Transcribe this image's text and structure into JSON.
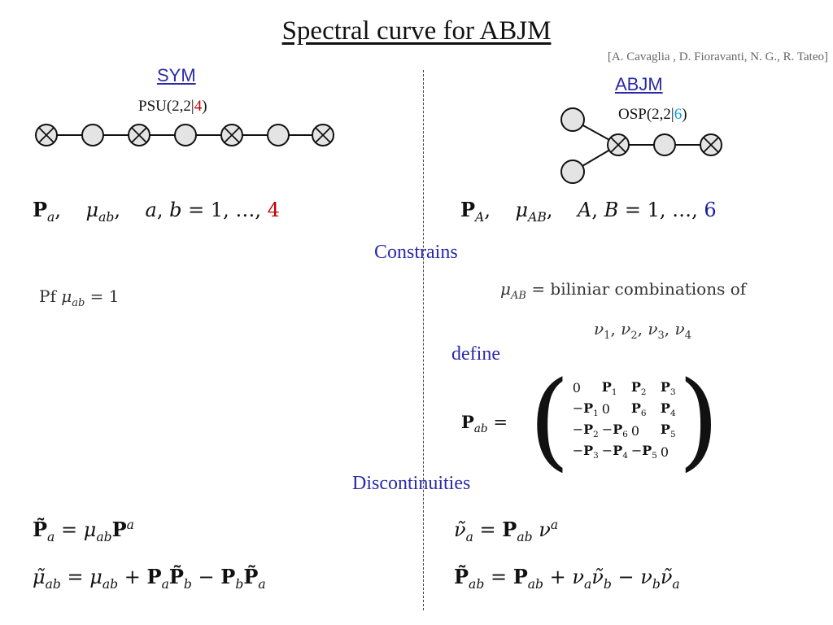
{
  "title": "Spectral curve for ABJM",
  "citation": "[A. Cavaglia , D. Fioravanti, N. G., R. Tateo]",
  "left": {
    "label": "SYM",
    "algebra_prefix": "PSU(2,2|",
    "algebra_num": "4",
    "algebra_suffix": ")",
    "range_num": "4",
    "constraint": "Pf μ_ab = 1"
  },
  "right": {
    "label": "ABJM",
    "algebra_prefix": "OSP(2,2|",
    "algebra_num": "6",
    "algebra_suffix": ")",
    "range_num": "6",
    "constraint_line1": "= biliniar combinations of",
    "define": "define"
  },
  "sections": {
    "constrains": "Constrains",
    "discontinuities": "Discontinuities"
  }
}
